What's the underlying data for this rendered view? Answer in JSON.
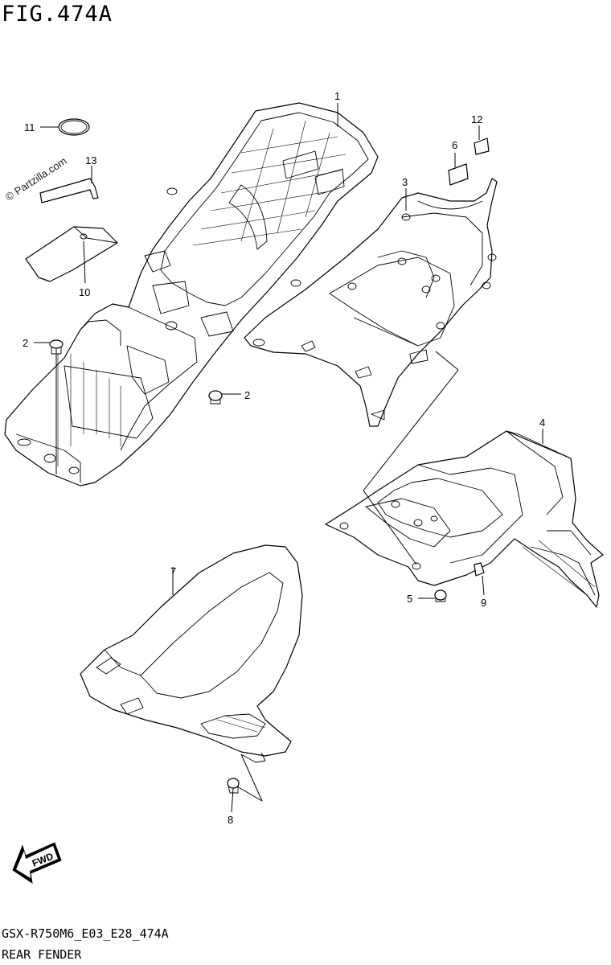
{
  "figure": {
    "title": "FIG.474A",
    "model_code": "GSX-R750M6_E03_E28_474A",
    "section_name": "REAR FENDER",
    "watermark": "© Partzilla.com",
    "fwd_label": "FWD"
  },
  "callouts": [
    "1",
    "2",
    "2",
    "3",
    "4",
    "5",
    "6",
    "7",
    "8",
    "9",
    "10",
    "11",
    "12",
    "13"
  ]
}
